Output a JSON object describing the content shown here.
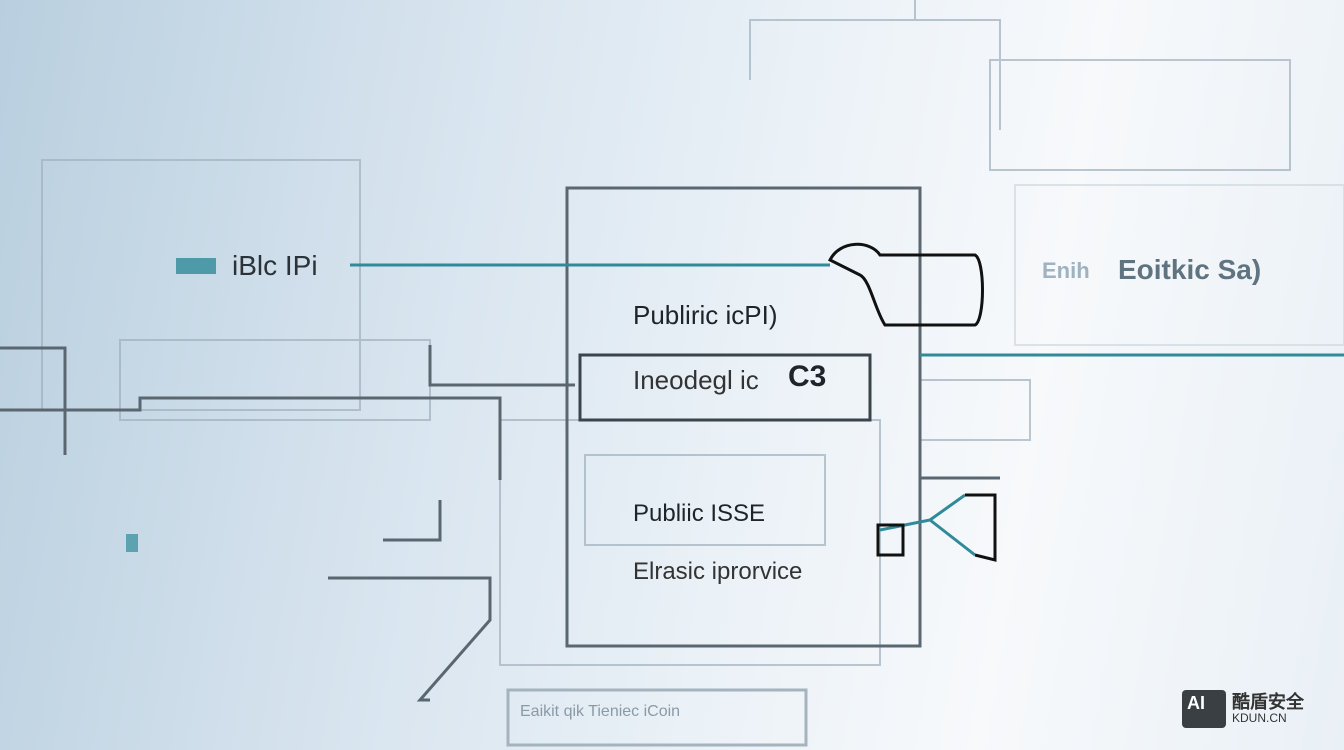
{
  "labels": {
    "left_node": "iBlc IPi",
    "center_top": "Publiric icPI)",
    "center_mid_a": "Ineodegl ic",
    "center_mid_b": "C3",
    "center_lower": "Publiic ISSE",
    "center_bottom": "Elrasic iprorvice",
    "right_node_faint": "Enih",
    "right_node": "Eoitkic Sa)",
    "bottom_box": "Eaikit qik Tieniec iCoin"
  },
  "watermark": {
    "mark": "AI",
    "name": "酷盾安全",
    "domain": "KDUN.CN"
  },
  "colors": {
    "accent": "#2f8a99",
    "line": "#2a3238"
  }
}
